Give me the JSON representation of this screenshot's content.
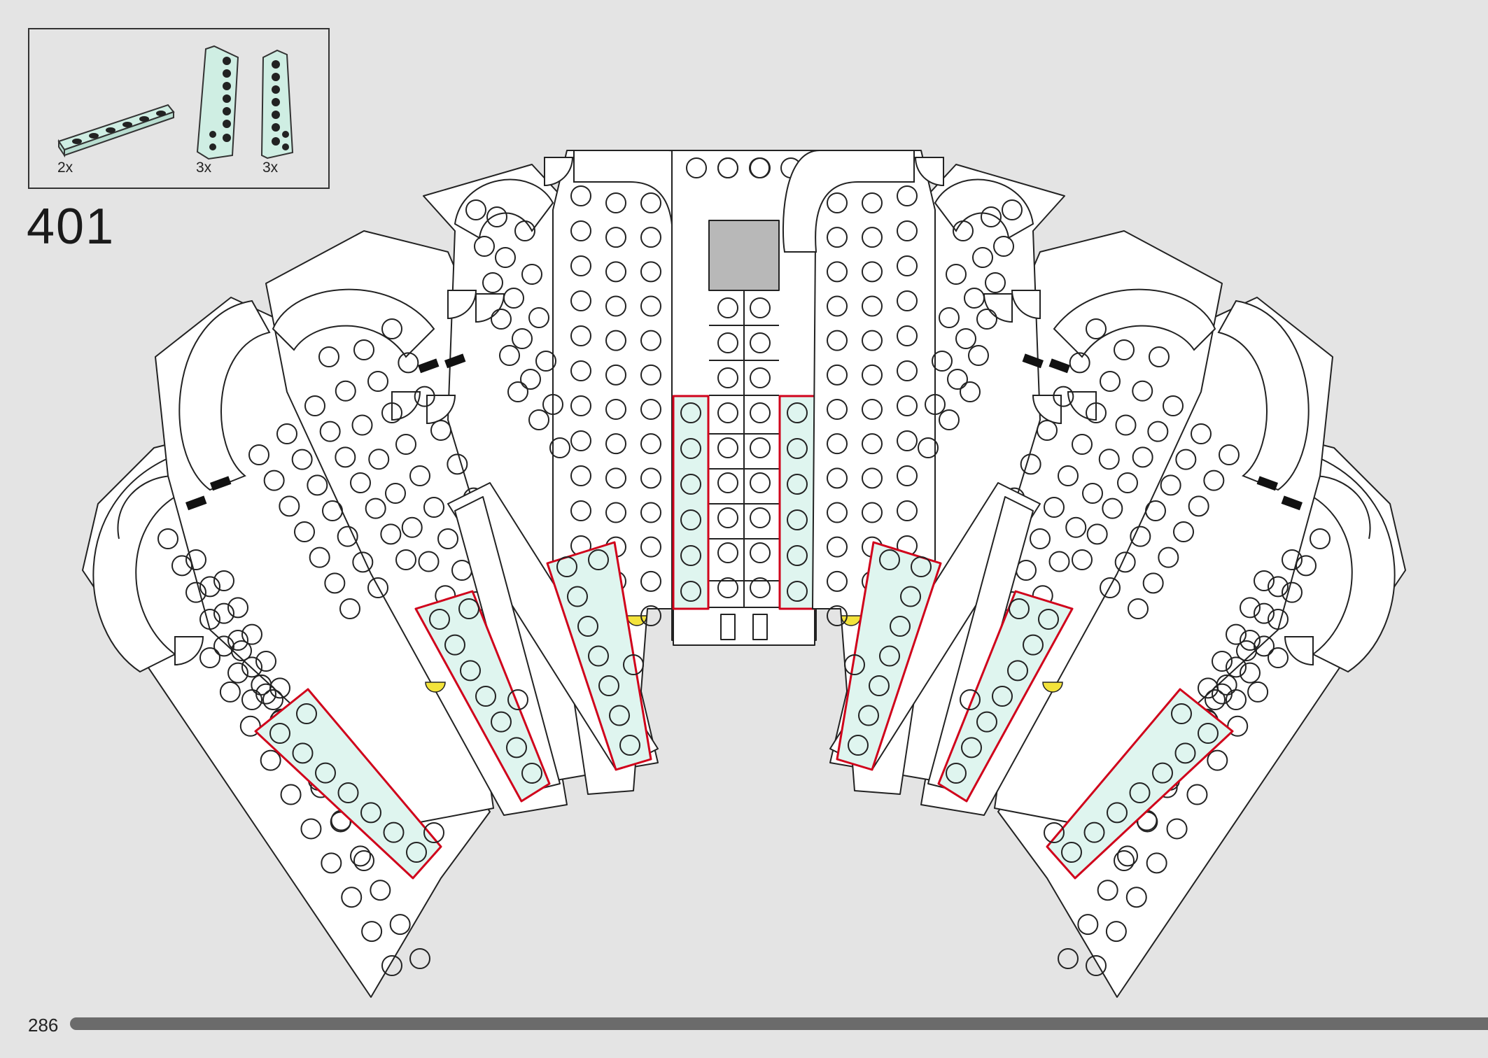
{
  "step": {
    "number": "401"
  },
  "parts_list": [
    {
      "count": "2x",
      "part": "plate-1x6-sand-green-icon",
      "color": "#cfeee3"
    },
    {
      "count": "3x",
      "part": "wedge-plate-left-sand-green-icon",
      "color": "#cfeee3"
    },
    {
      "count": "3x",
      "part": "wedge-plate-right-sand-green-icon",
      "color": "#cfeee3"
    }
  ],
  "page": {
    "number": "286",
    "progress": 1.0
  },
  "colors": {
    "background": "#e4e4e4",
    "new_part_fill": "#dff5ef",
    "new_part_outline": "#d0021b",
    "model_fill": "#ffffff",
    "connector": "#f3e33b",
    "gray_block": "#b8b8b8"
  }
}
